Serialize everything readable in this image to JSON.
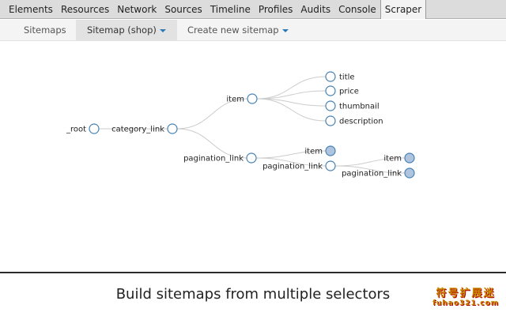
{
  "devtools": {
    "tabs": [
      {
        "label": "Elements"
      },
      {
        "label": "Resources"
      },
      {
        "label": "Network"
      },
      {
        "label": "Sources"
      },
      {
        "label": "Timeline"
      },
      {
        "label": "Profiles"
      },
      {
        "label": "Audits"
      },
      {
        "label": "Console"
      },
      {
        "label": "Scraper",
        "active": true
      }
    ]
  },
  "subnav": {
    "sitemaps_label": "Sitemaps",
    "current_sitemap_label": "Sitemap (shop)",
    "create_sitemap_label": "Create new sitemap"
  },
  "graph": {
    "nodes": [
      {
        "id": "root",
        "label": "_root",
        "filled": false
      },
      {
        "id": "category_link",
        "label": "category_link",
        "filled": false
      },
      {
        "id": "item1",
        "label": "item",
        "filled": false
      },
      {
        "id": "title",
        "label": "title",
        "filled": false
      },
      {
        "id": "price",
        "label": "price",
        "filled": false
      },
      {
        "id": "thumbnail",
        "label": "thumbnail",
        "filled": false
      },
      {
        "id": "description",
        "label": "description",
        "filled": false
      },
      {
        "id": "pagination1",
        "label": "pagination_link",
        "filled": false
      },
      {
        "id": "item2",
        "label": "item",
        "filled": true
      },
      {
        "id": "pagination2",
        "label": "pagination_link",
        "filled": false
      },
      {
        "id": "item3",
        "label": "item",
        "filled": true
      },
      {
        "id": "pagination3",
        "label": "pagination_link",
        "filled": true
      }
    ],
    "edges": [
      [
        "root",
        "category_link"
      ],
      [
        "category_link",
        "item1"
      ],
      [
        "category_link",
        "pagination1"
      ],
      [
        "item1",
        "title"
      ],
      [
        "item1",
        "price"
      ],
      [
        "item1",
        "thumbnail"
      ],
      [
        "item1",
        "description"
      ],
      [
        "pagination1",
        "item2"
      ],
      [
        "pagination1",
        "pagination2"
      ],
      [
        "pagination2",
        "item3"
      ],
      [
        "pagination2",
        "pagination3"
      ]
    ],
    "colors": {
      "node_fill_empty": "#ffffff",
      "node_fill_filled": "#b0c4de",
      "node_stroke": "#4682b4",
      "edge": "#cccccc"
    }
  },
  "caption": "Build sitemaps from multiple selectors",
  "watermark": {
    "text_cn": "符号扩展迷",
    "url": "fuhao321.com"
  }
}
